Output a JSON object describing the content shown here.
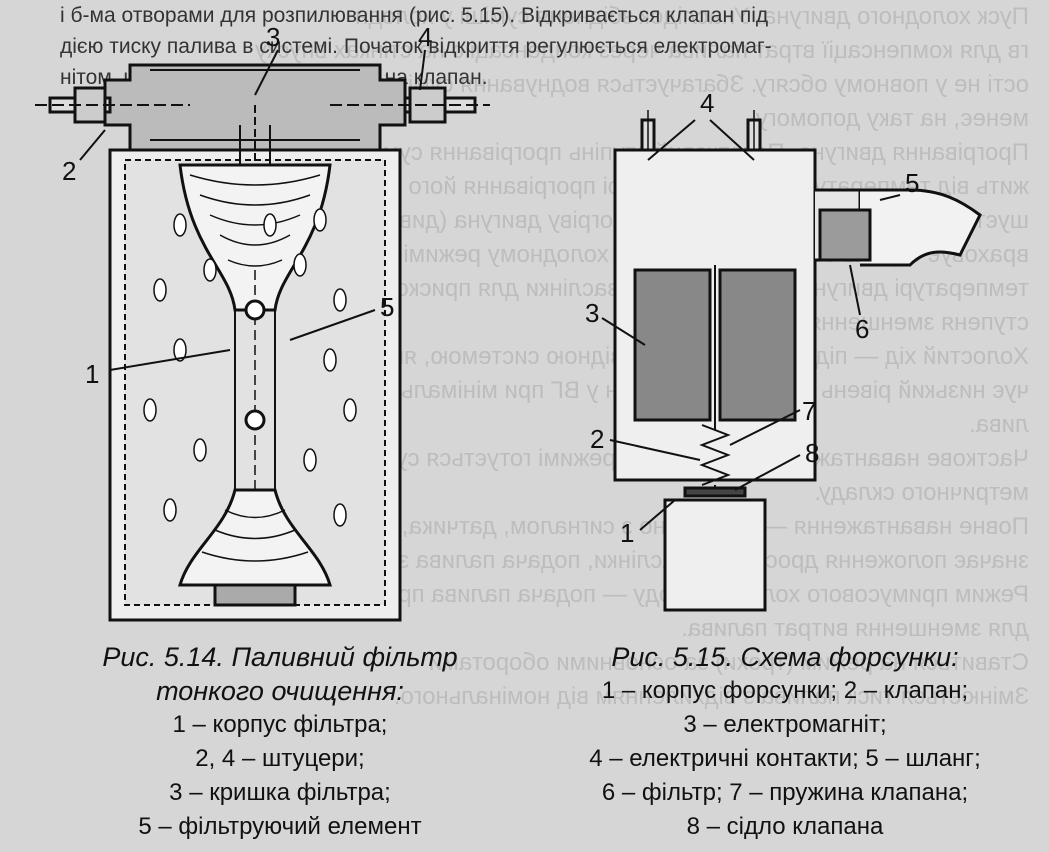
{
  "ghost_lines": [
    "Пуск холодного двигуна. Унаслідок збідненя суміші у холодн",
    "гв для компенсації втрат палива через конденсацію на стінках впуску",
    "ості не у повному обсягу. Збагачується воднування суміші. Хоча і",
    "менеє, на таку допомогу",
    "Прогрівання двигуна. Початковий ступінь прогрівання суміші зале-",
    "жить від температури двигуна. По мірі прогрівання його розумно змен-",
    "шується, поки не досягне ступенів прогріву двигуна (див. рис. 5.13)",
    "враховує ступінь збагачення суміші в холодному режимі при низькій",
    "температурі двигуна після відкриття заслінки для прискорення",
    "ступеня зменшення суміші.",
    "Холостий хід — підтримується відповідною системою, яке забезпе-",
    "чує низький рівень токсичних речовин у ВГ при мінімальних витратах па-",
    "лива.",
    "Часткове навантаження — на цьому режимі готується суміш стехіо-",
    "метричного складу.",
    "Повне навантаження — відповідно з сигналом, датчика, ще ви-",
    "значає положення дросельної заслінки, подача палива збільшується.",
    "Режим примусового холостого ходу — подача палива припиняється",
    "для зменшення витрат палива.",
    "Ставиться на режим (трохи) за основними оборотами",
    "Змінюється тиск палива з відхиленням від номінального."
  ],
  "top_text": [
    "і б-ма отворами для розпилювання (рис. 5.15). Відкривається клапан під",
    "дією тиску палива в системі. Початок відкриття регулюється електромаг-",
    "нітом, що зменшує тиск пружини на клапан."
  ],
  "fig1": {
    "labels": [
      "1",
      "2",
      "3",
      "4",
      "5"
    ],
    "caption_title": "Рис. 5.14. Паливний фільтр тонкого очищення:",
    "caption_lines": [
      "1 – корпус фільтра;",
      "2, 4 – штуцери;",
      "3 – кришка фільтра;",
      "5 – фільтруючий елемент"
    ]
  },
  "fig2": {
    "labels": [
      "1",
      "2",
      "3",
      "4",
      "5",
      "6",
      "7",
      "8"
    ],
    "caption_title": "Рис. 5.15. Схема форсунки:",
    "caption_lines": [
      "1 – корпус форсунки; 2 – клапан;",
      "3 – електромагніт;",
      "4 – електричні контакти;  5 – шланг;",
      "6 – фільтр; 7 – пружина клапана;",
      "8 – сідло клапана"
    ]
  }
}
